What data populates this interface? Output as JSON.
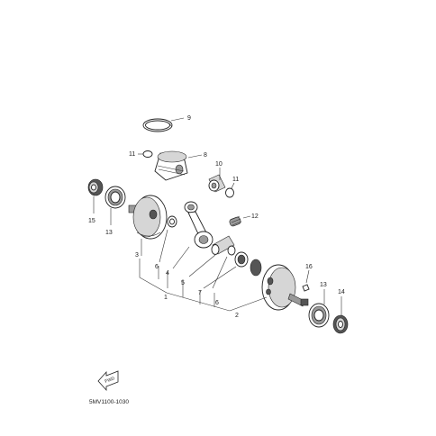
{
  "labels": {
    "c1": "1",
    "c2": "2",
    "c3": "3",
    "c4": "4",
    "c5": "5",
    "c6a": "6",
    "c6b": "6",
    "c7": "7",
    "c8": "8",
    "c9": "9",
    "c10": "10",
    "c11a": "11",
    "c11b": "11",
    "c12": "12",
    "c13a": "13",
    "c13b": "13",
    "c14": "14",
    "c15": "15",
    "c16": "16"
  },
  "fwd_text": "FWD",
  "diagram_code": "5MV1100-1030"
}
